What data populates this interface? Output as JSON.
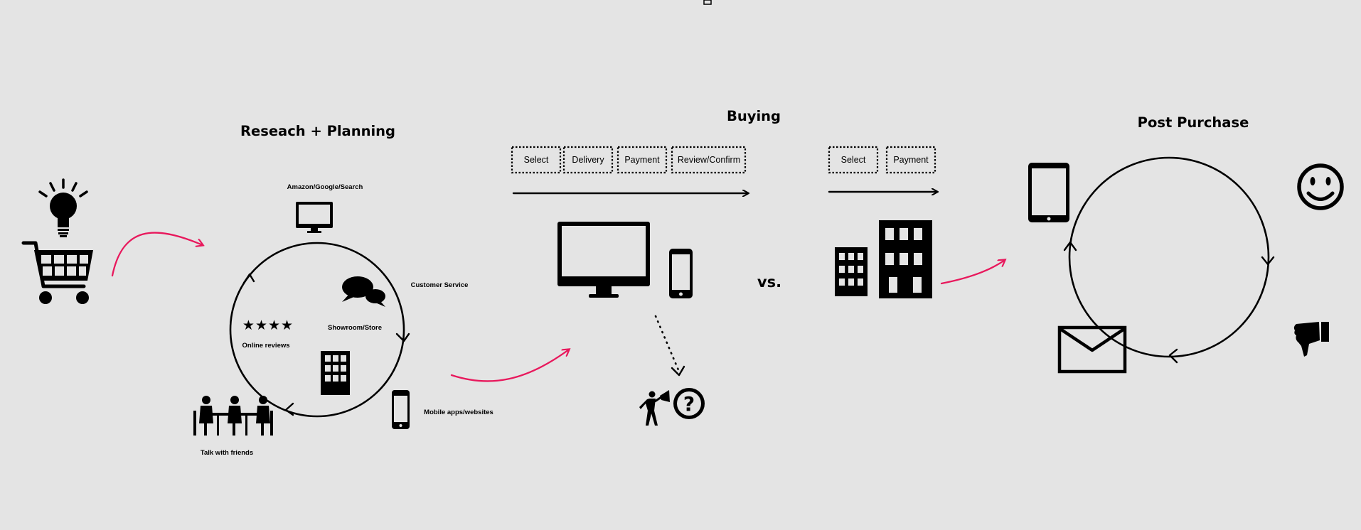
{
  "sections": {
    "research_title": "Reseach + Planning",
    "buying_title": "Buying",
    "post_title": "Post Purchase"
  },
  "research": {
    "amazon": "Amazon/Google/Search",
    "customer_service": "Customer Service",
    "showroom": "Showroom/Store",
    "reviews": "Online reviews",
    "stars": "★★★★",
    "mobile": "Mobile apps/websites",
    "friends": "Talk with friends"
  },
  "buying": {
    "online_steps": [
      "Select",
      "Delivery",
      "Payment",
      "Review/Confirm"
    ],
    "store_steps": [
      "Select",
      "Payment"
    ],
    "vs": "vs.",
    "question_mark": "?"
  },
  "colors": {
    "accent": "#e8185c",
    "background": "#e4e4e4",
    "ink": "#000000"
  },
  "icons": [
    "lightbulb-icon",
    "shopping-cart-icon",
    "monitor-icon",
    "chat-bubbles-icon",
    "building-icon",
    "smartphone-icon",
    "meeting-people-icon",
    "megaphone-person-icon",
    "question-icon",
    "tablet-icon",
    "envelope-icon",
    "smiley-icon",
    "thumbs-down-icon"
  ]
}
